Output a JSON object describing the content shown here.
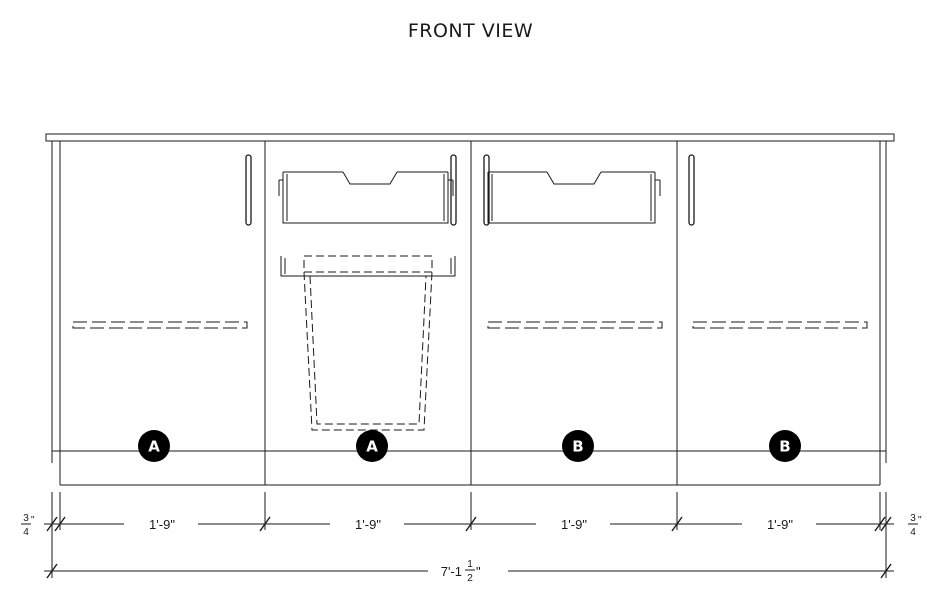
{
  "title": "FRONT VIEW",
  "cabinet_tags": [
    "A",
    "A",
    "B",
    "B"
  ],
  "dimensions": {
    "section_width": "1'-9\"",
    "side_numerator": "3",
    "side_denominator": "4",
    "side_unit": "\"",
    "overall_whole": "7'-1",
    "overall_numerator": "1",
    "overall_denominator": "2",
    "overall_unit": "\""
  }
}
